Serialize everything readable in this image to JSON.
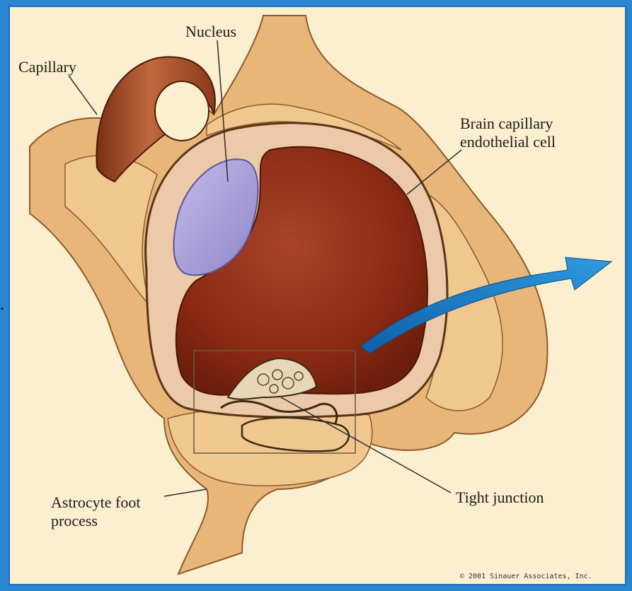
{
  "labels": {
    "nucleus": "Nucleus",
    "capillary": "Capillary",
    "endothelial_line1": "Brain capillary",
    "endothelial_line2": "endothelial cell",
    "tight_junction": "Tight junction",
    "astrocyte_line1": "Astrocyte foot",
    "astrocyte_line2": "process"
  },
  "copyright": "© 2001 Sinauer Associates, Inc.",
  "colors": {
    "background": "#fcefcf",
    "frame": "#2a86d1",
    "astrocyte": "#e9b679",
    "lumen": "#8a2a14",
    "nucleus": "#a79ed8",
    "arrow": "#1e86d0"
  }
}
